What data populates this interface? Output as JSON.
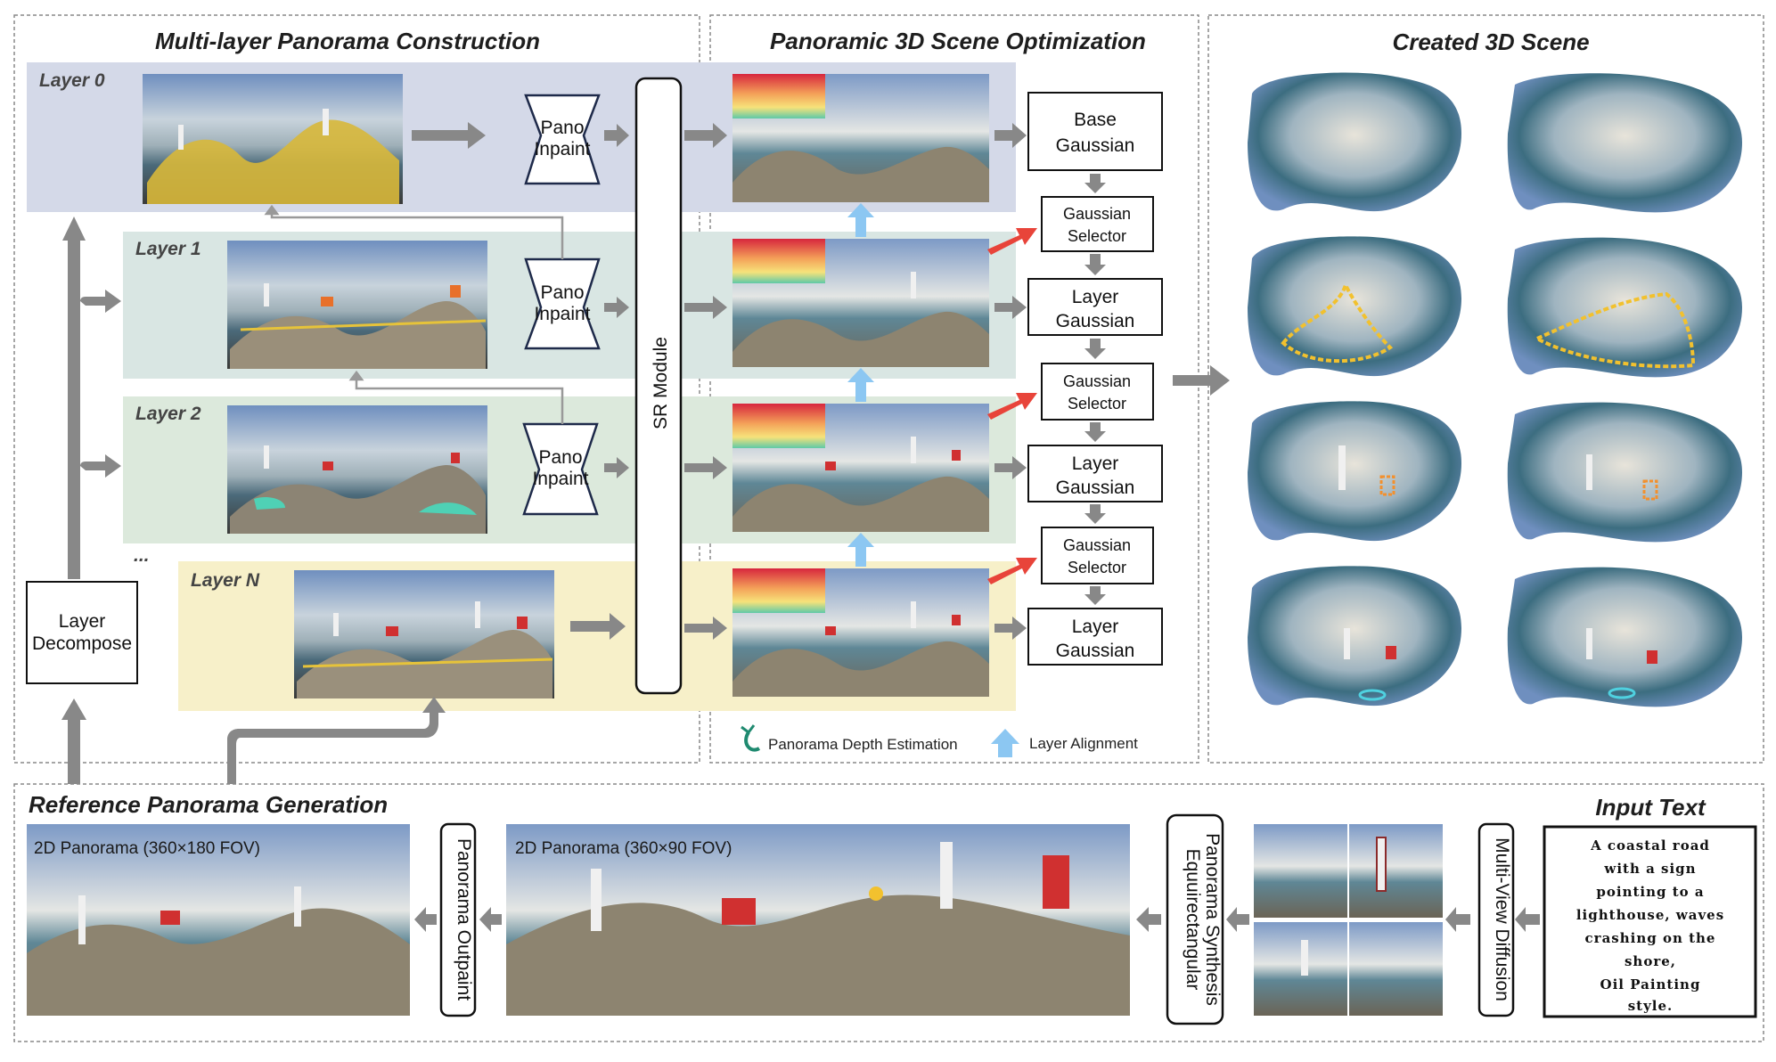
{
  "sections": {
    "multi_layer": "Multi-layer Panorama Construction",
    "optimization": "Panoramic 3D Scene Optimization",
    "created": "Created 3D Scene",
    "reference": "Reference Panorama Generation"
  },
  "layers": [
    "Layer 0",
    "Layer 1",
    "Layer 2",
    "Layer N"
  ],
  "ellipsis": "...",
  "pano_inpaint": [
    "Pano",
    "Inpaint"
  ],
  "sr_module": "SR Module",
  "layer_decompose": [
    "Layer",
    "Decompose"
  ],
  "gaussians": {
    "base": [
      "Base",
      "Gaussian"
    ],
    "selector": [
      "Gaussian",
      "Selector"
    ],
    "layer": [
      "Layer",
      "Gaussian"
    ]
  },
  "legend": {
    "depth": "Panorama Depth Estimation",
    "align": "Layer Alignment"
  },
  "reference": {
    "pano_360_180": "2D Panorama (360×180 FOV)",
    "pano_360_90": "2D Panorama (360×90 FOV)",
    "outpaint": "Panorama Outpaint",
    "equirect": [
      "Equuirectangular",
      "Panorama Synthesis"
    ],
    "multiview": "Multi-View Diffusion",
    "input_text_title": "Input Text",
    "input_text_lines": [
      "A coastal road",
      "with a sign",
      "pointing to a",
      "lighthouse, waves",
      "crashing on the",
      "shore,",
      "Oil Painting",
      "style."
    ]
  },
  "colors": {
    "layer0_bg": "#d4d9e8",
    "layer1_bg": "#d9e6e3",
    "layer2_bg": "#dce9dc",
    "layerN_bg": "#f7f0c9",
    "arrow_gray": "#888888",
    "arrow_blue": "#8cc7f2",
    "arrow_red": "#e8443a",
    "outline_yellow": "#f2c12e"
  }
}
